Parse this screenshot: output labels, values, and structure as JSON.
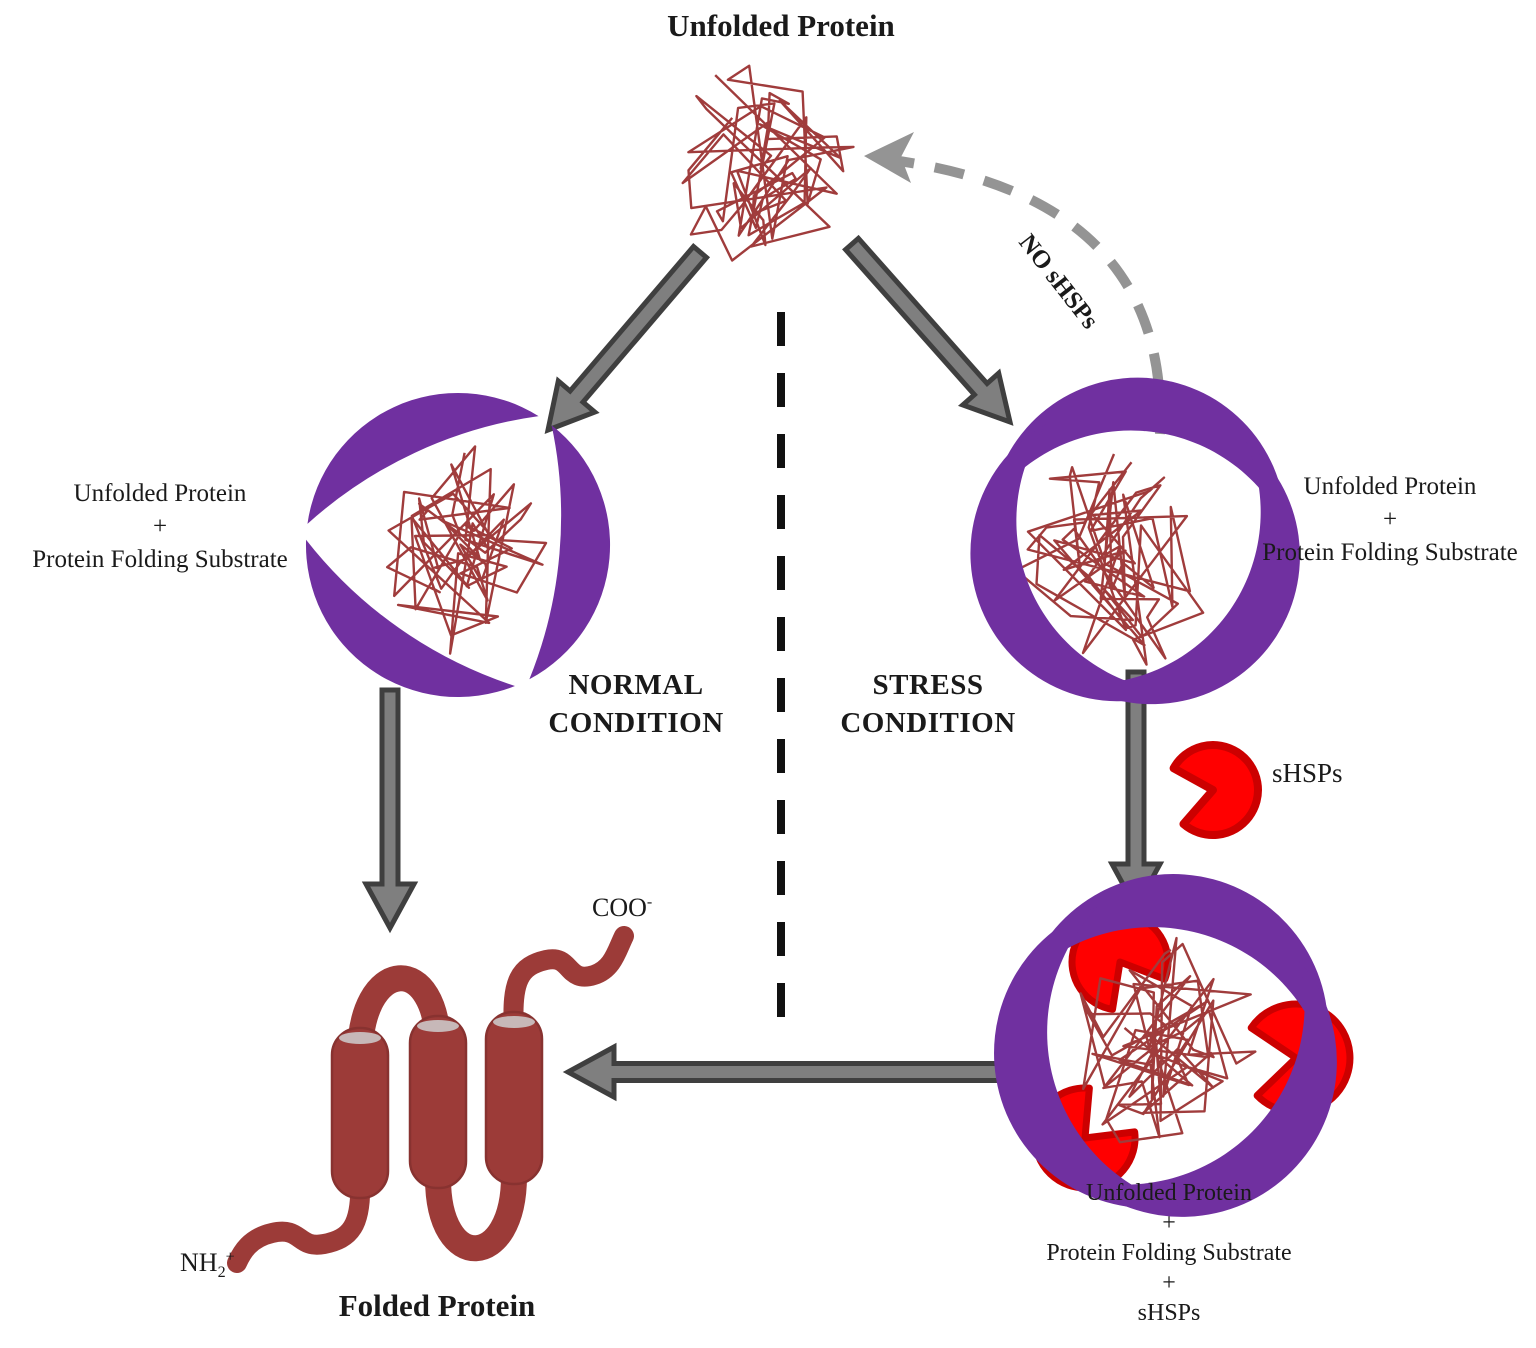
{
  "labels": {
    "title_top": "Unfolded Protein",
    "left_complex": [
      "Unfolded Protein",
      "+",
      "Protein Folding Substrate"
    ],
    "right_complex": [
      "Unfolded Protein",
      "+",
      "Protein Folding Substrate"
    ],
    "normal_condition": [
      "NORMAL",
      "CONDITION"
    ],
    "stress_condition": [
      "STRESS",
      "CONDITION"
    ],
    "no_shsps": "NO sHSPs",
    "shsps": "sHSPs",
    "bottom_complex": [
      "Unfolded Protein",
      "+",
      "Protein Folding Substrate",
      "+",
      "sHSPs"
    ],
    "folded_protein": "Folded Protein",
    "coo": {
      "base": "COO",
      "sup": "-"
    },
    "nh2": {
      "base": "NH",
      "sub": "2",
      "sup": "+"
    }
  },
  "colors": {
    "purple": "#7030A0",
    "red": "#FF0000",
    "red_border": "#CC0000",
    "scribble": "#A03C3C",
    "protein_fill": "#9C3B38",
    "protein_stroke": "#883230",
    "arrow_fill": "#7F7F7F",
    "arrow_stroke": "#3F3F3F",
    "dashed_gray": "#949494",
    "divider_black": "#111111"
  }
}
